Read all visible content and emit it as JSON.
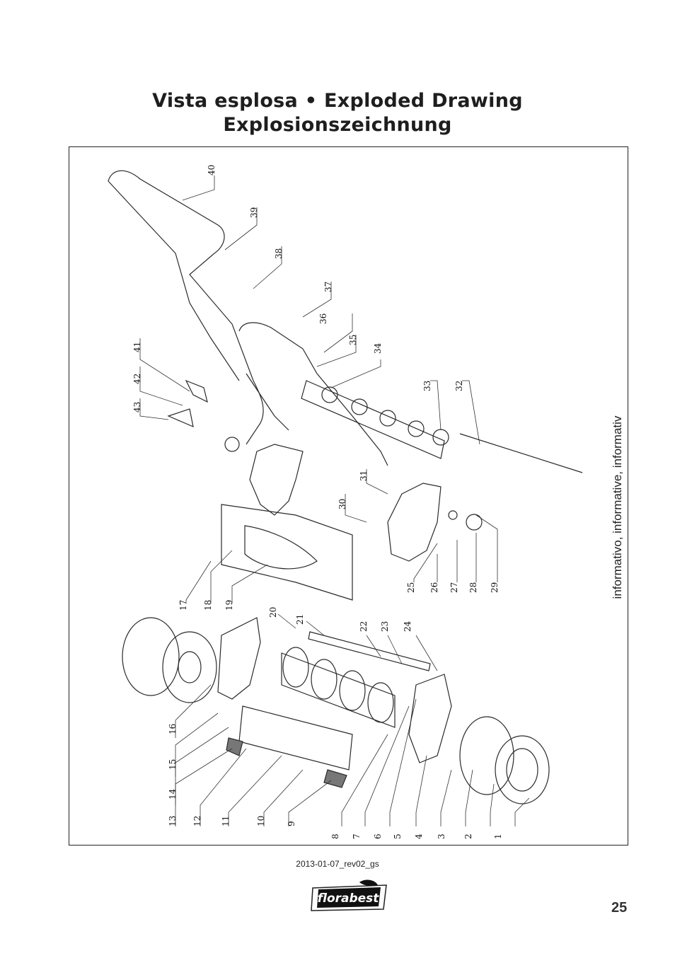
{
  "page": {
    "title_line1": "Vista esplosa • Exploded Drawing",
    "title_line2": "Explosionszeichnung",
    "side_note": "informativo, informative, informativ",
    "revision": "2013-01-07_rev02_gs",
    "brand": "florabest",
    "page_number": "25"
  },
  "drawing": {
    "part_labels": [
      "1",
      "2",
      "3",
      "4",
      "5",
      "6",
      "7",
      "8",
      "9",
      "10",
      "11",
      "12",
      "13",
      "14",
      "15",
      "16",
      "17",
      "18",
      "19",
      "20",
      "21",
      "22",
      "23",
      "24",
      "25",
      "26",
      "27",
      "28",
      "29",
      "30",
      "31",
      "32",
      "33",
      "34",
      "35",
      "36",
      "37",
      "38",
      "39",
      "40",
      "41",
      "42",
      "43"
    ]
  }
}
